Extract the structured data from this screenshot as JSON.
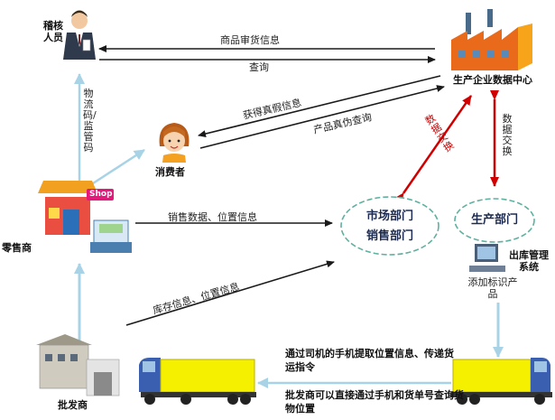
{
  "actors": {
    "inspector": "稽核人员",
    "data_center": "生产企业数据中心",
    "consumer": "消费者",
    "retailer": "零售商",
    "shop_sign": "Shop",
    "wholesaler": "批发商",
    "warehouse_system": "出库管理系统",
    "tag_product": "添加标识产品"
  },
  "departments": {
    "market": "市场部门",
    "sales": "销售部门",
    "production": "生产部门"
  },
  "flows": {
    "goods_audit": "商品审货信息",
    "query": "查询",
    "get_authenticity": "获得真假信息",
    "product_query": "产品真伪查询",
    "logistics_code": "物流码/监管码",
    "data_exchange_left": "数据交换",
    "data_exchange_right": "数据交换",
    "sales_data": "销售数据、位置信息",
    "inventory": "库存信息、位置信息",
    "driver_note": "通过司机的手机提取位置信息、传递货运指令",
    "wholesaler_note": "批发商可以直接通过手机和货单号查询货物位置"
  },
  "colors": {
    "dark_arrow": "#1a1a1a",
    "light_arrow": "#a8d3e6",
    "red_arrow": "#d10000",
    "truck_body": "#f5f000"
  }
}
